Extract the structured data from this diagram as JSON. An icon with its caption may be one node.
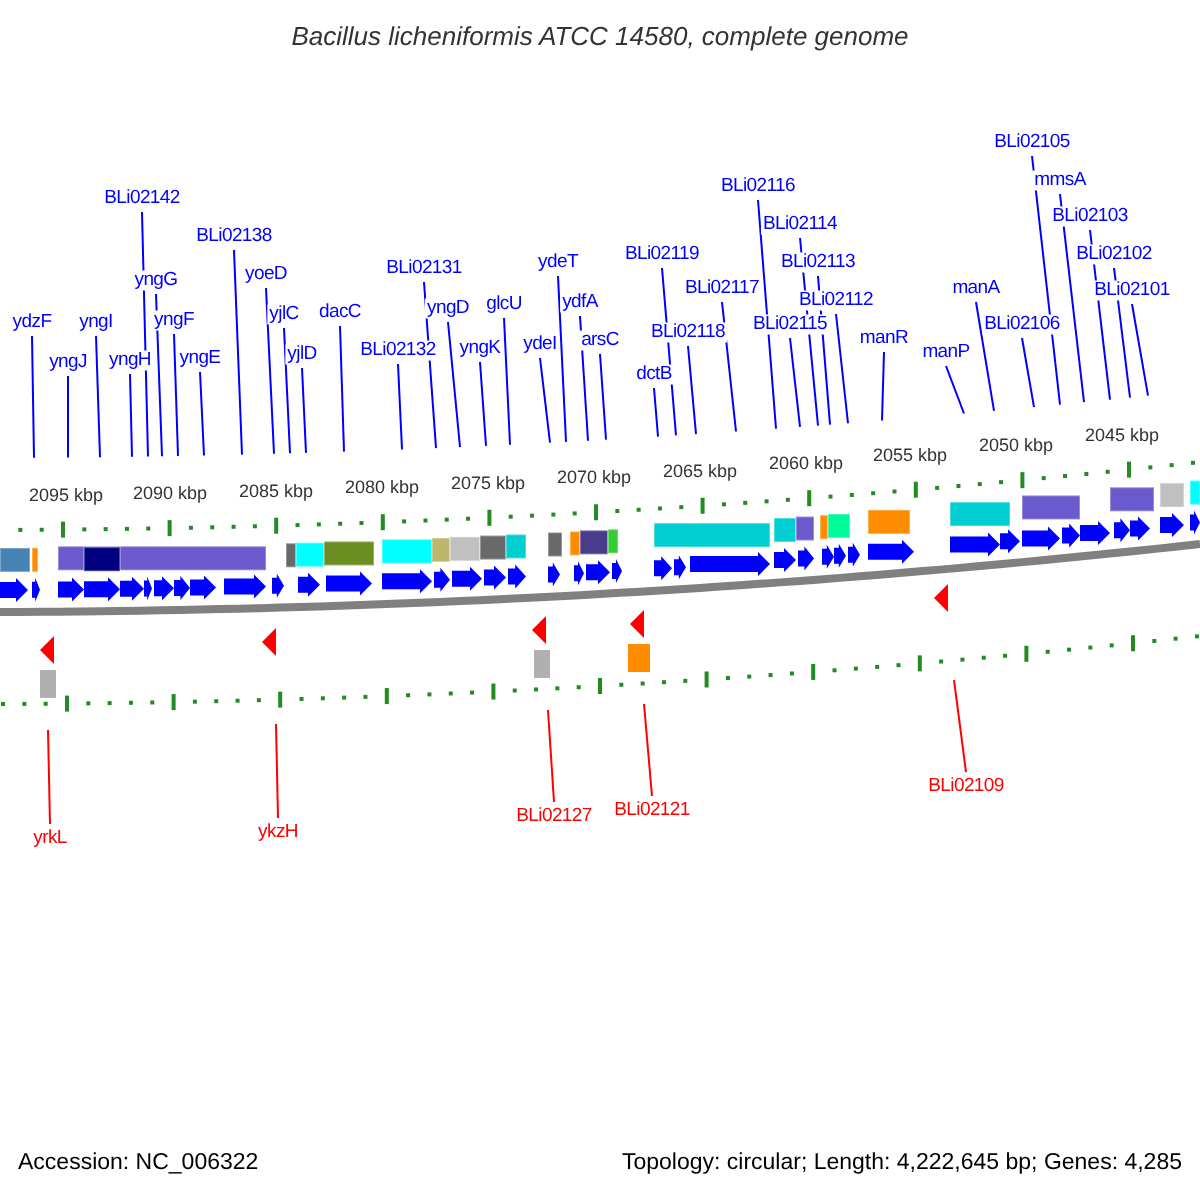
{
  "diagram": {
    "title": "Bacillus licheniformis ATCC 14580, complete genome",
    "nodes": [
      {
        "text": [
          "ydzF"
        ]
      },
      {
        "text": [
          "yngJ"
        ]
      },
      {
        "text": [
          "yngI"
        ]
      },
      {
        "text": [
          "yngH"
        ]
      },
      {
        "text": [
          "BLi02142"
        ]
      },
      {
        "text": [
          "yngG"
        ]
      },
      {
        "text": [
          "yngF"
        ]
      },
      {
        "text": [
          "yngE"
        ]
      },
      {
        "text": [
          "BLi02138"
        ]
      },
      {
        "text": [
          "yoeD"
        ]
      },
      {
        "text": [
          "yjlC"
        ]
      },
      {
        "text": [
          "yjlD"
        ]
      },
      {
        "text": [
          "dacC"
        ]
      },
      {
        "text": [
          "BLi02132"
        ]
      },
      {
        "text": [
          "BLi02131"
        ]
      },
      {
        "text": [
          "yngD"
        ]
      },
      {
        "text": [
          "yngK"
        ]
      },
      {
        "text": [
          "glcU"
        ]
      },
      {
        "text": [
          "ydeI"
        ]
      },
      {
        "text": [
          "ydeT"
        ]
      },
      {
        "text": [
          "ydfA"
        ]
      },
      {
        "text": [
          "arsC"
        ]
      },
      {
        "text": [
          "BLi02119"
        ]
      },
      {
        "text": [
          "dctB"
        ]
      },
      {
        "text": [
          "BLi02118"
        ]
      },
      {
        "text": [
          "BLi02117"
        ]
      },
      {
        "text": [
          "BLi02116"
        ]
      },
      {
        "text": [
          "BLi02115"
        ]
      },
      {
        "text": [
          "BLi02114"
        ]
      },
      {
        "text": [
          "BLi02113"
        ]
      },
      {
        "text": [
          "BLi02112"
        ]
      },
      {
        "text": [
          "manR"
        ]
      },
      {
        "text": [
          "manP"
        ]
      },
      {
        "text": [
          "manA"
        ]
      },
      {
        "text": [
          "BLi02106"
        ]
      },
      {
        "text": [
          "BLi02105"
        ]
      },
      {
        "text": [
          "mmsA"
        ]
      },
      {
        "text": [
          "BLi02103"
        ]
      },
      {
        "text": [
          "BLi02102"
        ]
      },
      {
        "text": [
          "BLi02101"
        ]
      },
      {
        "text": [
          "yrkL"
        ]
      },
      {
        "text": [
          "ykzH"
        ]
      },
      {
        "text": [
          "BLi02127"
        ]
      },
      {
        "text": [
          "BLi02121"
        ]
      },
      {
        "text": [
          "BLi02109"
        ]
      }
    ],
    "edges": [
      {
        "from": 0,
        "to": null,
        "arrow": "none"
      },
      {
        "from": 1,
        "to": null,
        "arrow": "none"
      },
      {
        "from": 2,
        "to": null,
        "arrow": "none"
      },
      {
        "from": 3,
        "to": null,
        "arrow": "none"
      },
      {
        "from": 4,
        "to": null,
        "arrow": "none"
      },
      {
        "from": 5,
        "to": null,
        "arrow": "none"
      },
      {
        "from": 6,
        "to": null,
        "arrow": "none"
      },
      {
        "from": 7,
        "to": null,
        "arrow": "none"
      },
      {
        "from": 8,
        "to": null,
        "arrow": "none"
      },
      {
        "from": 9,
        "to": null,
        "arrow": "none"
      },
      {
        "from": 10,
        "to": null,
        "arrow": "none"
      },
      {
        "from": 11,
        "to": null,
        "arrow": "none"
      },
      {
        "from": 12,
        "to": null,
        "arrow": "none"
      },
      {
        "from": 13,
        "to": null,
        "arrow": "none"
      },
      {
        "from": 14,
        "to": null,
        "arrow": "none"
      },
      {
        "from": 15,
        "to": null,
        "arrow": "none"
      },
      {
        "from": 16,
        "to": null,
        "arrow": "none"
      },
      {
        "from": 17,
        "to": null,
        "arrow": "none"
      },
      {
        "from": 18,
        "to": null,
        "arrow": "none"
      },
      {
        "from": 19,
        "to": null,
        "arrow": "none"
      },
      {
        "from": 20,
        "to": null,
        "arrow": "none"
      },
      {
        "from": 21,
        "to": null,
        "arrow": "none"
      },
      {
        "from": 22,
        "to": null,
        "arrow": "none"
      },
      {
        "from": 23,
        "to": null,
        "arrow": "none"
      },
      {
        "from": 24,
        "to": null,
        "arrow": "none"
      },
      {
        "from": 25,
        "to": null,
        "arrow": "none"
      },
      {
        "from": 26,
        "to": null,
        "arrow": "none"
      },
      {
        "from": 27,
        "to": null,
        "arrow": "none"
      },
      {
        "from": 28,
        "to": null,
        "arrow": "none"
      },
      {
        "from": 29,
        "to": null,
        "arrow": "none"
      },
      {
        "from": 30,
        "to": null,
        "arrow": "none"
      },
      {
        "from": 31,
        "to": null,
        "arrow": "none"
      },
      {
        "from": 32,
        "to": null,
        "arrow": "none"
      },
      {
        "from": 33,
        "to": null,
        "arrow": "none"
      },
      {
        "from": 34,
        "to": null,
        "arrow": "none"
      },
      {
        "from": 35,
        "to": null,
        "arrow": "none"
      },
      {
        "from": 36,
        "to": null,
        "arrow": "none"
      },
      {
        "from": 37,
        "to": null,
        "arrow": "none"
      },
      {
        "from": 38,
        "to": null,
        "arrow": "none"
      },
      {
        "from": 39,
        "to": null,
        "arrow": "none"
      },
      {
        "from": 40,
        "to": null,
        "arrow": "none",
        "color": "#ff0000"
      },
      {
        "from": 41,
        "to": null,
        "arrow": "none",
        "color": "#ff0000"
      },
      {
        "from": 42,
        "to": null,
        "arrow": "none",
        "color": "#ff0000"
      },
      {
        "from": 43,
        "to": null,
        "arrow": "none",
        "color": "#ff0000"
      },
      {
        "from": 44,
        "to": null,
        "arrow": "none",
        "color": "#ff0000"
      }
    ],
    "labels": [
      "2095 kbp",
      "2090 kbp",
      "2085 kbp",
      "2080 kbp",
      "2075 kbp",
      "2070 kbp",
      "2065 kbp",
      "2060 kbp",
      "2055 kbp",
      "2050 kbp",
      "2045 kbp",
      "Accession: NC_006322",
      "Topology: circular; Length: 4,222,645 bp; Genes: 4,285"
    ]
  }
}
